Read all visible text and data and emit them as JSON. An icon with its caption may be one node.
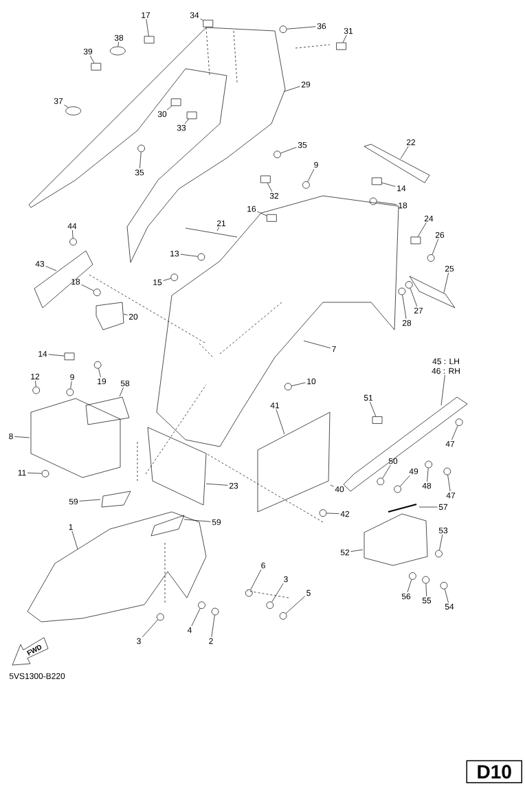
{
  "diagram": {
    "nodes": [
      {
        "text": [
          "17"
        ]
      },
      {
        "text": [
          "34"
        ]
      },
      {
        "text": [
          "36"
        ]
      },
      {
        "text": [
          "31"
        ]
      },
      {
        "text": [
          "38"
        ]
      },
      {
        "text": [
          "39"
        ]
      },
      {
        "text": [
          "37"
        ]
      },
      {
        "text": [
          "29"
        ]
      },
      {
        "text": [
          "30"
        ]
      },
      {
        "text": [
          "33"
        ]
      },
      {
        "text": [
          "35"
        ]
      },
      {
        "text": [
          "35"
        ]
      },
      {
        "text": [
          "22"
        ]
      },
      {
        "text": [
          "9"
        ]
      },
      {
        "text": [
          "14"
        ]
      },
      {
        "text": [
          "18"
        ]
      },
      {
        "text": [
          "32"
        ]
      },
      {
        "text": [
          "16"
        ]
      },
      {
        "text": [
          "21"
        ]
      },
      {
        "text": [
          "24"
        ]
      },
      {
        "text": [
          "26"
        ]
      },
      {
        "text": [
          "13"
        ]
      },
      {
        "text": [
          "44"
        ]
      },
      {
        "text": [
          "43"
        ]
      },
      {
        "text": [
          "15"
        ]
      },
      {
        "text": [
          "25"
        ]
      },
      {
        "text": [
          "18"
        ]
      },
      {
        "text": [
          "27"
        ]
      },
      {
        "text": [
          "28"
        ]
      },
      {
        "text": [
          "20"
        ]
      },
      {
        "text": [
          "14"
        ]
      },
      {
        "text": [
          "19"
        ]
      },
      {
        "text": [
          "7"
        ]
      },
      {
        "text": [
          "45 : LH",
          "46 : RH"
        ]
      },
      {
        "text": [
          "12"
        ]
      },
      {
        "text": [
          "9"
        ]
      },
      {
        "text": [
          "58"
        ]
      },
      {
        "text": [
          "10"
        ]
      },
      {
        "text": [
          "51"
        ]
      },
      {
        "text": [
          "8"
        ]
      },
      {
        "text": [
          "47"
        ]
      },
      {
        "text": [
          "41"
        ]
      },
      {
        "text": [
          "11"
        ]
      },
      {
        "text": [
          "50"
        ]
      },
      {
        "text": [
          "49"
        ]
      },
      {
        "text": [
          "48"
        ]
      },
      {
        "text": [
          "47"
        ]
      },
      {
        "text": [
          "23"
        ]
      },
      {
        "text": [
          "40"
        ]
      },
      {
        "text": [
          "59"
        ]
      },
      {
        "text": [
          "59"
        ]
      },
      {
        "text": [
          "42"
        ]
      },
      {
        "text": [
          "57"
        ]
      },
      {
        "text": [
          "53"
        ]
      },
      {
        "text": [
          "52"
        ]
      },
      {
        "text": [
          "1"
        ]
      },
      {
        "text": [
          "6"
        ]
      },
      {
        "text": [
          "3"
        ]
      },
      {
        "text": [
          "5"
        ]
      },
      {
        "text": [
          "56"
        ]
      },
      {
        "text": [
          "55"
        ]
      },
      {
        "text": [
          "54"
        ]
      },
      {
        "text": [
          "3"
        ]
      },
      {
        "text": [
          "4"
        ]
      },
      {
        "text": [
          "2"
        ]
      },
      {
        "text": [],
        "shape": "box"
      },
      {
        "text": [],
        "shape": "box"
      },
      {
        "text": [],
        "shape": "circle"
      },
      {
        "text": [],
        "shape": "box"
      },
      {
        "text": [],
        "shape": "ellipse"
      },
      {
        "text": [],
        "shape": "box"
      },
      {
        "text": [],
        "shape": "ellipse"
      },
      {
        "text": [],
        "shape": "box"
      },
      {
        "text": [],
        "shape": "box"
      },
      {
        "text": [],
        "shape": "circle"
      },
      {
        "text": [],
        "shape": "circle"
      },
      {
        "text": [],
        "shape": "circle"
      },
      {
        "text": [],
        "shape": "box"
      },
      {
        "text": [],
        "shape": "circle"
      },
      {
        "text": [],
        "shape": "box"
      },
      {
        "text": [],
        "shape": "box"
      },
      {
        "text": [],
        "shape": "box"
      },
      {
        "text": [],
        "shape": "circle"
      },
      {
        "text": [],
        "shape": "circle"
      },
      {
        "text": [],
        "shape": "circle"
      },
      {
        "text": [],
        "shape": "circle"
      },
      {
        "text": [],
        "shape": "circle"
      },
      {
        "text": [],
        "shape": "circle"
      },
      {
        "text": [],
        "shape": "circle"
      },
      {
        "text": [],
        "shape": "box"
      },
      {
        "text": [],
        "shape": "circle"
      },
      {
        "text": [],
        "shape": "circle"
      },
      {
        "text": [],
        "shape": "circle"
      },
      {
        "text": [],
        "shape": "circle"
      },
      {
        "text": [],
        "shape": "box"
      },
      {
        "text": [],
        "shape": "circle"
      },
      {
        "text": [],
        "shape": "circle"
      },
      {
        "text": [],
        "shape": "circle"
      },
      {
        "text": [],
        "shape": "circle"
      },
      {
        "text": [],
        "shape": "circle"
      },
      {
        "text": [],
        "shape": "circle"
      },
      {
        "text": [],
        "shape": "circle"
      },
      {
        "text": [],
        "shape": "circle"
      },
      {
        "text": [],
        "shape": "circle"
      },
      {
        "text": [],
        "shape": "circle"
      },
      {
        "text": [],
        "shape": "circle"
      },
      {
        "text": [],
        "shape": "circle"
      },
      {
        "text": [],
        "shape": "circle"
      },
      {
        "text": [],
        "shape": "circle"
      },
      {
        "text": [],
        "shape": "circle"
      },
      {
        "text": [],
        "shape": "circle"
      },
      {
        "text": [],
        "shape": "circle"
      }
    ],
    "edges": [
      {
        "from": 0,
        "to": 65,
        "arrow": "none"
      },
      {
        "from": 1,
        "to": 66,
        "arrow": "none"
      },
      {
        "from": 2,
        "to": 67,
        "arrow": "none"
      },
      {
        "from": 3,
        "to": 68,
        "arrow": "none"
      },
      {
        "from": 4,
        "to": 69,
        "arrow": "none"
      },
      {
        "from": 5,
        "to": 70,
        "arrow": "none"
      },
      {
        "from": 6,
        "to": 71,
        "arrow": "none"
      },
      {
        "from": 7,
        "to": null,
        "arrow": "none"
      },
      {
        "from": 8,
        "to": 72,
        "arrow": "none"
      },
      {
        "from": 9,
        "to": 73,
        "arrow": "none"
      },
      {
        "from": 10,
        "to": 74,
        "arrow": "none"
      },
      {
        "from": 11,
        "to": 75,
        "arrow": "none"
      },
      {
        "from": 12,
        "to": null,
        "arrow": "none"
      },
      {
        "from": 13,
        "to": 76,
        "arrow": "none"
      },
      {
        "from": 14,
        "to": 77,
        "arrow": "none"
      },
      {
        "from": 15,
        "to": 78,
        "arrow": "none"
      },
      {
        "from": 16,
        "to": 79,
        "arrow": "none"
      },
      {
        "from": 17,
        "to": 80,
        "arrow": "none"
      },
      {
        "from": 18,
        "to": null,
        "arrow": "none"
      },
      {
        "from": 19,
        "to": 81,
        "arrow": "none"
      },
      {
        "from": 20,
        "to": 82,
        "arrow": "none"
      },
      {
        "from": 21,
        "to": 83,
        "arrow": "none"
      },
      {
        "from": 22,
        "to": 84,
        "arrow": "none"
      },
      {
        "from": 23,
        "to": null,
        "arrow": "none"
      },
      {
        "from": 24,
        "to": 85,
        "arrow": "none"
      },
      {
        "from": 25,
        "to": null,
        "arrow": "none"
      },
      {
        "from": 26,
        "to": 86,
        "arrow": "none"
      },
      {
        "from": 27,
        "to": 87,
        "arrow": "none"
      },
      {
        "from": 28,
        "to": 88,
        "arrow": "none"
      },
      {
        "from": 29,
        "to": null,
        "arrow": "none"
      },
      {
        "from": 30,
        "to": 89,
        "arrow": "none"
      },
      {
        "from": 31,
        "to": 90,
        "arrow": "none"
      },
      {
        "from": 32,
        "to": null,
        "arrow": "none"
      },
      {
        "from": 33,
        "to": null,
        "arrow": "none"
      },
      {
        "from": 34,
        "to": 91,
        "arrow": "none"
      },
      {
        "from": 35,
        "to": 92,
        "arrow": "none"
      },
      {
        "from": 36,
        "to": null,
        "arrow": "none"
      },
      {
        "from": 37,
        "to": 93,
        "arrow": "none"
      },
      {
        "from": 38,
        "to": 94,
        "arrow": "none"
      },
      {
        "from": 39,
        "to": null,
        "arrow": "none"
      },
      {
        "from": 40,
        "to": 95,
        "arrow": "none"
      },
      {
        "from": 41,
        "to": null,
        "arrow": "none"
      },
      {
        "from": 42,
        "to": 96,
        "arrow": "none"
      },
      {
        "from": 43,
        "to": 97,
        "arrow": "none"
      },
      {
        "from": 44,
        "to": 98,
        "arrow": "none"
      },
      {
        "from": 45,
        "to": 99,
        "arrow": "none"
      },
      {
        "from": 46,
        "to": 100,
        "arrow": "none"
      },
      {
        "from": 47,
        "to": null,
        "arrow": "none"
      },
      {
        "from": 48,
        "to": null,
        "arrow": "none"
      },
      {
        "from": 49,
        "to": null,
        "arrow": "none"
      },
      {
        "from": 50,
        "to": null,
        "arrow": "none"
      },
      {
        "from": 51,
        "to": 101,
        "arrow": "none"
      },
      {
        "from": 52,
        "to": null,
        "arrow": "none"
      },
      {
        "from": 53,
        "to": 102,
        "arrow": "none"
      },
      {
        "from": 54,
        "to": null,
        "arrow": "none"
      },
      {
        "from": 55,
        "to": null,
        "arrow": "none"
      },
      {
        "from": 56,
        "to": 103,
        "arrow": "none"
      },
      {
        "from": 57,
        "to": 104,
        "arrow": "none"
      },
      {
        "from": 58,
        "to": 105,
        "arrow": "none"
      },
      {
        "from": 59,
        "to": 106,
        "arrow": "none"
      },
      {
        "from": 60,
        "to": 107,
        "arrow": "none"
      },
      {
        "from": 61,
        "to": 108,
        "arrow": "none"
      },
      {
        "from": 62,
        "to": 109,
        "arrow": "none"
      },
      {
        "from": 63,
        "to": 110,
        "arrow": "none"
      },
      {
        "from": 64,
        "to": 111,
        "arrow": "none"
      }
    ],
    "labels": [
      "FWD",
      "5VS1300-B220",
      "D10"
    ]
  }
}
